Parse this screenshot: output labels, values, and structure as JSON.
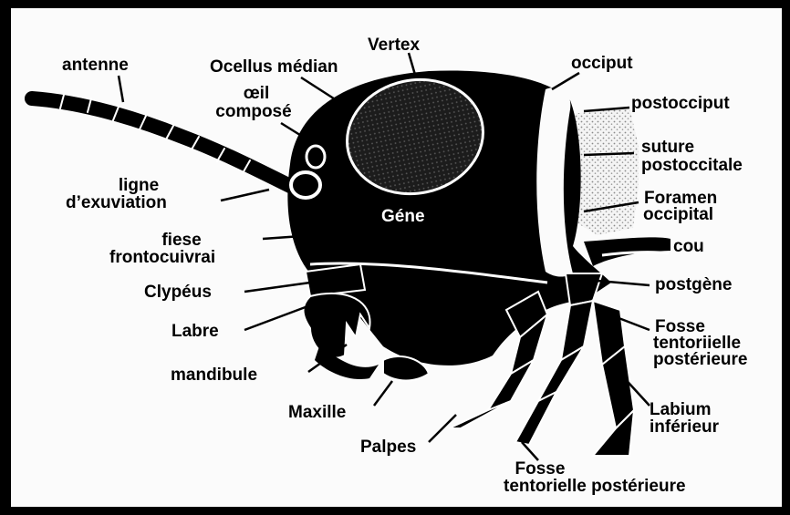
{
  "diagram": {
    "labels": {
      "antenne": "antenne",
      "ocellus_median": "Ocellus médian",
      "vertex": "Vertex",
      "occiput": "occiput",
      "oeil_compose_1": "œil",
      "oeil_compose_2": "composé",
      "postocciput": "postocciput",
      "suture_1": "suture",
      "suture_2": "postoccitale",
      "ligne_1": "ligne",
      "ligne_2": "d’exuviation",
      "foramen_1": "Foramen",
      "foramen_2": "occipital",
      "gene": "Géne",
      "fiese_1": "fiese",
      "fiese_2": "frontocuivrai",
      "cou": "cou",
      "clypeus": "Clypéus",
      "postgene": "postgène",
      "labre": "Labre",
      "fosse_tent_1": "Fosse",
      "fosse_tent_2": "tentoriielle",
      "fosse_tent_3": "postérieure",
      "mandibule": "mandibule",
      "labium_1": "Labium",
      "labium_2": "inférieur",
      "maxille": "Maxille",
      "palpes": "Palpes",
      "fosse_post_1": "Fosse",
      "fosse_post_2": "tentorielle postérieure"
    },
    "colors": {
      "ink": "#000000",
      "paper": "#fbfbfb",
      "stipple": "#9a9a9a"
    }
  }
}
